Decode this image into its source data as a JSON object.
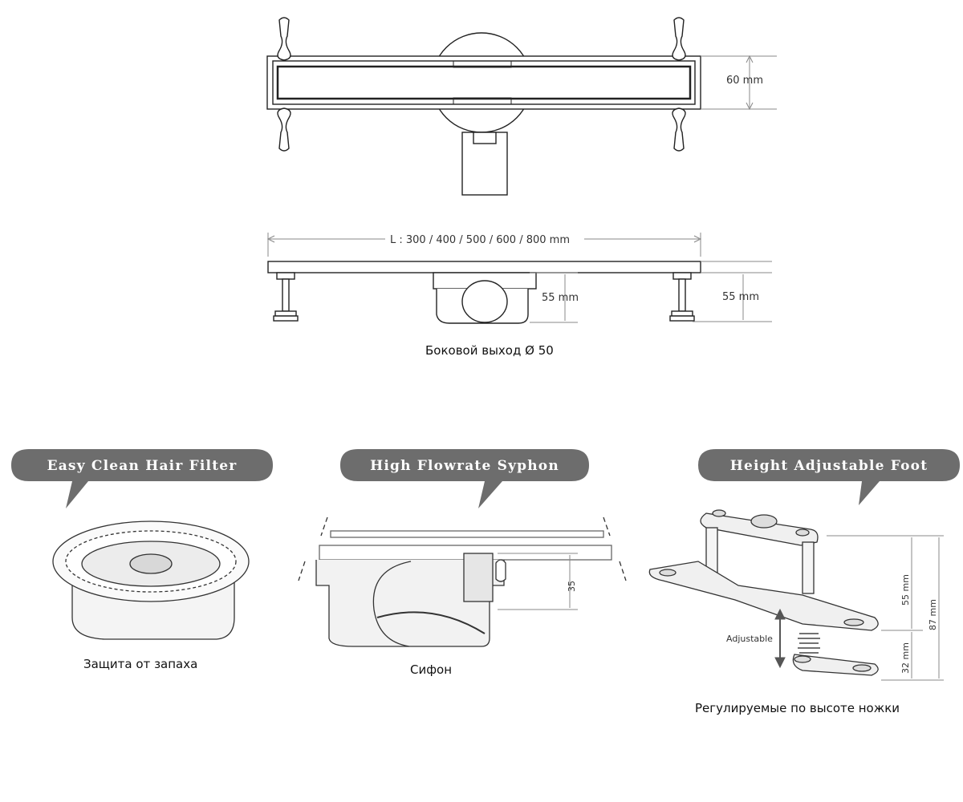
{
  "top_view": {
    "width_dim": "60 mm"
  },
  "side_view": {
    "length_dim": "L : 300 / 400 / 500 / 600 / 800 mm",
    "outlet_height": "55 mm",
    "foot_height": "55 mm",
    "caption": "Боковой выход Ø 50"
  },
  "features": [
    {
      "title": "Easy Clean Hair Filter",
      "caption": "Защита от запаха"
    },
    {
      "title": "High Flowrate Syphon",
      "caption": "Сифон",
      "dim": "35"
    },
    {
      "title": "Height Adjustable Foot",
      "caption": "Регулируемые по высоте ножки",
      "dims": {
        "upper": "55 mm",
        "lower": "32 mm",
        "total": "87 mm",
        "adjustable": "Adjustable"
      }
    }
  ],
  "colors": {
    "bubble": "#6d6d6d",
    "line": "#222222",
    "dim": "#888888"
  }
}
